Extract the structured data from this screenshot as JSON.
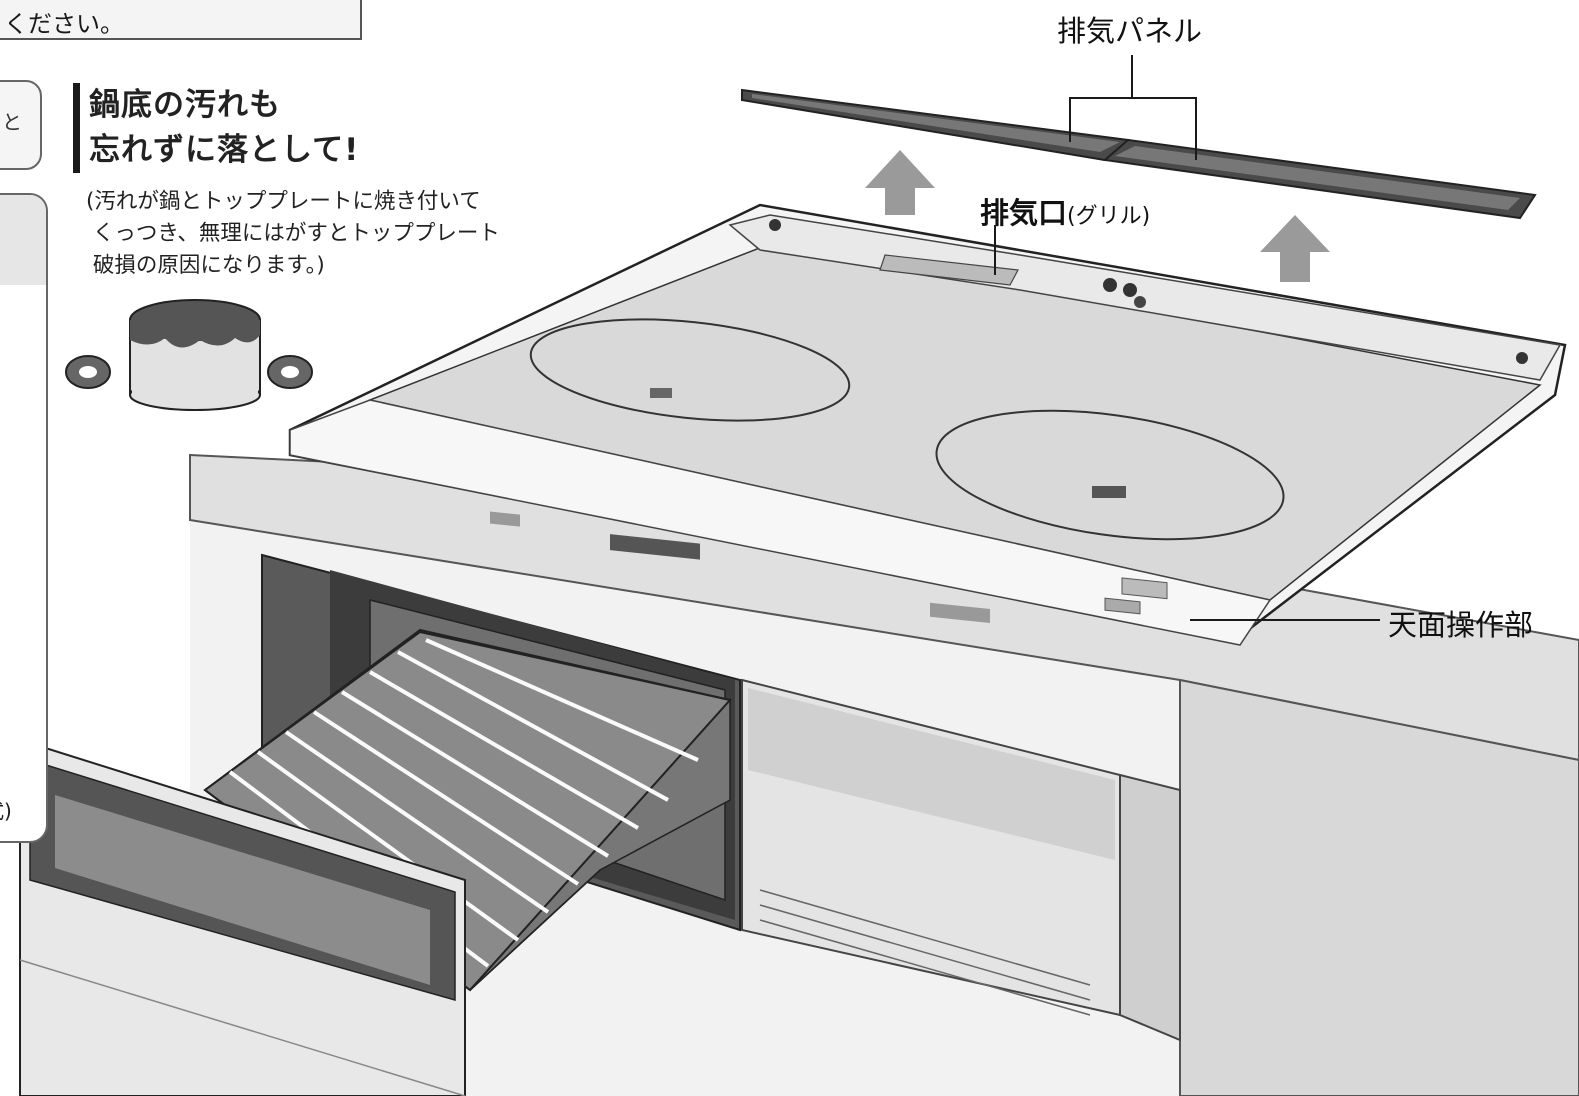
{
  "note_fragment": "ください。",
  "side_tab_fragment": "と",
  "side_panel_fragment": "式)",
  "tip": {
    "heading_line1": "鍋底の汚れも",
    "heading_line2": "忘れずに落として!",
    "description": "(汚れが鍋とトッププレートに焼き付いて\n くっつき、無理にはがすとトッププレート\n 破損の原因になります。)"
  },
  "labels": {
    "exhaust_panel": "排気パネル",
    "exhaust_port": "排気口",
    "exhaust_port_note": "(グリル)",
    "top_controls": "天面操作部"
  },
  "colors": {
    "line": "#1a1a1a",
    "arrow": "#9a9a9a",
    "counter": "#e2e2e2",
    "plate": "#d9d9d9"
  },
  "icons": [
    "pot-icon",
    "up-arrow-icon"
  ]
}
